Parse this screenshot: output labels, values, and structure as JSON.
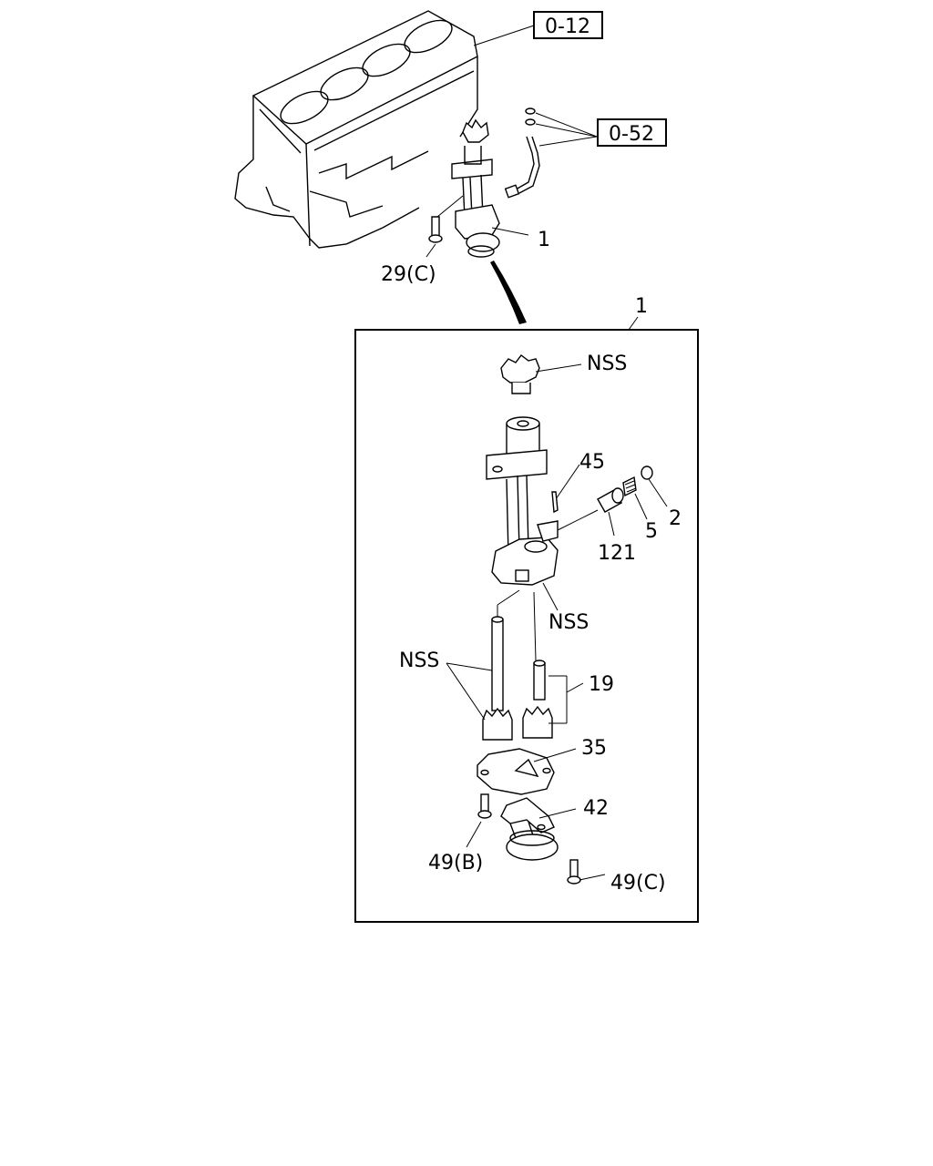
{
  "diagram": {
    "refs": {
      "engine_block": "0-12",
      "oil_pipe": "0-52"
    },
    "labels": {
      "bolt_top": "29(C)",
      "pump_overview": "1",
      "detail_box": "1",
      "nss_drive_gear": "NSS",
      "relief_pin": "45",
      "relief_plug": "2",
      "relief_spring": "5",
      "relief_valve": "121",
      "nss_body": "NSS",
      "nss_shaft_gear": "NSS",
      "gear_set": "19",
      "cover": "35",
      "strainer": "42",
      "bolt_cover": "49(B)",
      "bolt_strainer": "49(C)"
    }
  }
}
